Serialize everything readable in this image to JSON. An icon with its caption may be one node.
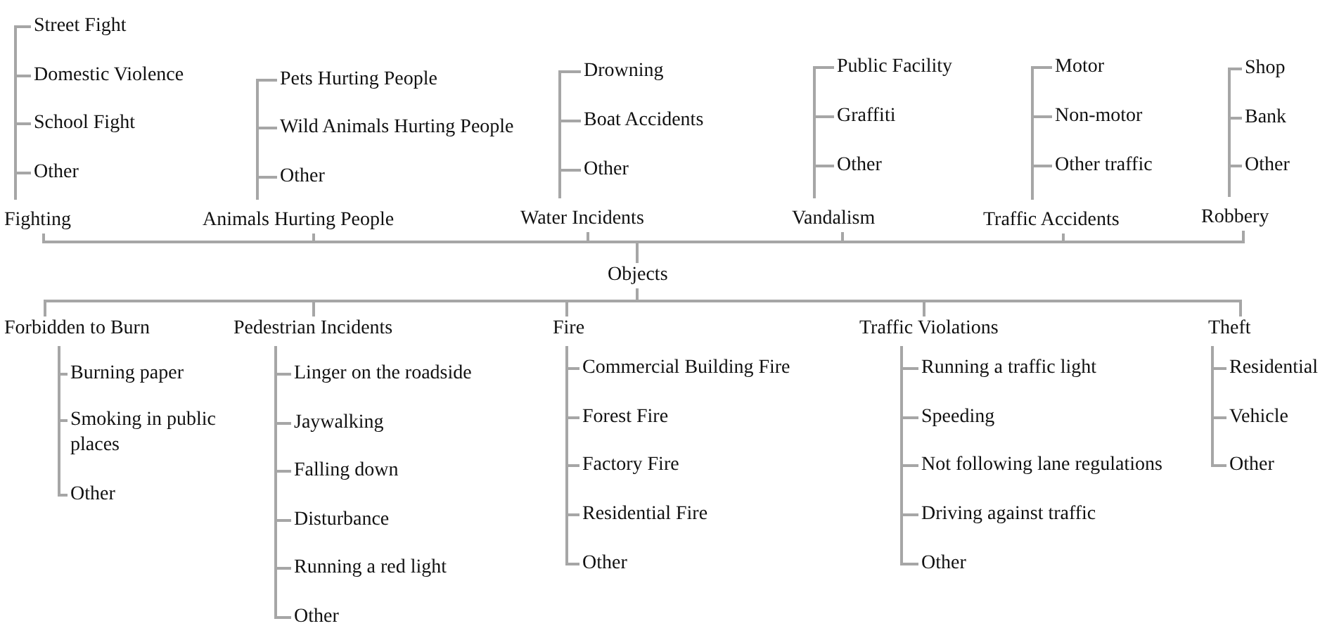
{
  "diagram": {
    "nodes": [
      {
        "text": [
          "Objects"
        ]
      },
      {
        "text": [
          "Fighting"
        ]
      },
      {
        "text": [
          "Street Fight"
        ]
      },
      {
        "text": [
          "Domestic Violence"
        ]
      },
      {
        "text": [
          "School Fight"
        ]
      },
      {
        "text": [
          "Other"
        ]
      },
      {
        "text": [
          "Animals Hurting People"
        ]
      },
      {
        "text": [
          "Pets Hurting People"
        ]
      },
      {
        "text": [
          "Wild Animals Hurting People"
        ]
      },
      {
        "text": [
          "Other"
        ]
      },
      {
        "text": [
          "Water Incidents"
        ]
      },
      {
        "text": [
          "Drowning"
        ]
      },
      {
        "text": [
          "Boat Accidents"
        ]
      },
      {
        "text": [
          "Other"
        ]
      },
      {
        "text": [
          "Vandalism"
        ]
      },
      {
        "text": [
          "Public Facility"
        ]
      },
      {
        "text": [
          "Graffiti"
        ]
      },
      {
        "text": [
          "Other"
        ]
      },
      {
        "text": [
          "Traffic Accidents"
        ]
      },
      {
        "text": [
          "Motor"
        ]
      },
      {
        "text": [
          "Non-motor"
        ]
      },
      {
        "text": [
          "Other traffic"
        ]
      },
      {
        "text": [
          "Robbery"
        ]
      },
      {
        "text": [
          "Shop"
        ]
      },
      {
        "text": [
          "Bank"
        ]
      },
      {
        "text": [
          "Other"
        ]
      },
      {
        "text": [
          "Forbidden to Burn"
        ]
      },
      {
        "text": [
          "Burning paper"
        ]
      },
      {
        "text": [
          "Smoking in public places"
        ]
      },
      {
        "text": [
          "Other"
        ]
      },
      {
        "text": [
          "Pedestrian Incidents"
        ]
      },
      {
        "text": [
          "Linger on the roadside"
        ]
      },
      {
        "text": [
          "Jaywalking"
        ]
      },
      {
        "text": [
          "Falling down"
        ]
      },
      {
        "text": [
          "Disturbance"
        ]
      },
      {
        "text": [
          "Running a red light"
        ]
      },
      {
        "text": [
          "Other"
        ]
      },
      {
        "text": [
          "Fire"
        ]
      },
      {
        "text": [
          "Commercial Building Fire"
        ]
      },
      {
        "text": [
          "Forest Fire"
        ]
      },
      {
        "text": [
          "Factory Fire"
        ]
      },
      {
        "text": [
          "Residential Fire"
        ]
      },
      {
        "text": [
          "Other"
        ]
      },
      {
        "text": [
          "Traffic Violations"
        ]
      },
      {
        "text": [
          "Running a traffic light"
        ]
      },
      {
        "text": [
          "Speeding"
        ]
      },
      {
        "text": [
          "Not following lane regulations"
        ]
      },
      {
        "text": [
          "Driving against traffic"
        ]
      },
      {
        "text": [
          "Other"
        ]
      },
      {
        "text": [
          "Theft"
        ]
      },
      {
        "text": [
          "Residential"
        ]
      },
      {
        "text": [
          "Vehicle"
        ]
      },
      {
        "text": [
          "Other"
        ]
      }
    ],
    "edges": [
      {
        "from": 0,
        "to": 1,
        "arrow": "none"
      },
      {
        "from": 1,
        "to": 2,
        "arrow": "none"
      },
      {
        "from": 1,
        "to": 3,
        "arrow": "none"
      },
      {
        "from": 1,
        "to": 4,
        "arrow": "none"
      },
      {
        "from": 1,
        "to": 5,
        "arrow": "none"
      },
      {
        "from": 0,
        "to": 6,
        "arrow": "none"
      },
      {
        "from": 6,
        "to": 7,
        "arrow": "none"
      },
      {
        "from": 6,
        "to": 8,
        "arrow": "none"
      },
      {
        "from": 6,
        "to": 9,
        "arrow": "none"
      },
      {
        "from": 0,
        "to": 10,
        "arrow": "none"
      },
      {
        "from": 10,
        "to": 11,
        "arrow": "none"
      },
      {
        "from": 10,
        "to": 12,
        "arrow": "none"
      },
      {
        "from": 10,
        "to": 13,
        "arrow": "none"
      },
      {
        "from": 0,
        "to": 14,
        "arrow": "none"
      },
      {
        "from": 14,
        "to": 15,
        "arrow": "none"
      },
      {
        "from": 14,
        "to": 16,
        "arrow": "none"
      },
      {
        "from": 14,
        "to": 17,
        "arrow": "none"
      },
      {
        "from": 0,
        "to": 18,
        "arrow": "none"
      },
      {
        "from": 18,
        "to": 19,
        "arrow": "none"
      },
      {
        "from": 18,
        "to": 20,
        "arrow": "none"
      },
      {
        "from": 18,
        "to": 21,
        "arrow": "none"
      },
      {
        "from": 0,
        "to": 22,
        "arrow": "none"
      },
      {
        "from": 22,
        "to": 23,
        "arrow": "none"
      },
      {
        "from": 22,
        "to": 24,
        "arrow": "none"
      },
      {
        "from": 22,
        "to": 25,
        "arrow": "none"
      },
      {
        "from": 0,
        "to": 26,
        "arrow": "none"
      },
      {
        "from": 26,
        "to": 27,
        "arrow": "none"
      },
      {
        "from": 26,
        "to": 28,
        "arrow": "none"
      },
      {
        "from": 26,
        "to": 29,
        "arrow": "none"
      },
      {
        "from": 0,
        "to": 30,
        "arrow": "none"
      },
      {
        "from": 30,
        "to": 31,
        "arrow": "none"
      },
      {
        "from": 30,
        "to": 32,
        "arrow": "none"
      },
      {
        "from": 30,
        "to": 33,
        "arrow": "none"
      },
      {
        "from": 30,
        "to": 34,
        "arrow": "none"
      },
      {
        "from": 30,
        "to": 35,
        "arrow": "none"
      },
      {
        "from": 30,
        "to": 36,
        "arrow": "none"
      },
      {
        "from": 0,
        "to": 37,
        "arrow": "none"
      },
      {
        "from": 37,
        "to": 38,
        "arrow": "none"
      },
      {
        "from": 37,
        "to": 39,
        "arrow": "none"
      },
      {
        "from": 37,
        "to": 40,
        "arrow": "none"
      },
      {
        "from": 37,
        "to": 41,
        "arrow": "none"
      },
      {
        "from": 37,
        "to": 42,
        "arrow": "none"
      },
      {
        "from": 0,
        "to": 43,
        "arrow": "none"
      },
      {
        "from": 43,
        "to": 44,
        "arrow": "none"
      },
      {
        "from": 43,
        "to": 45,
        "arrow": "none"
      },
      {
        "from": 43,
        "to": 46,
        "arrow": "none"
      },
      {
        "from": 43,
        "to": 47,
        "arrow": "none"
      },
      {
        "from": 43,
        "to": 48,
        "arrow": "none"
      },
      {
        "from": 0,
        "to": 49,
        "arrow": "none"
      },
      {
        "from": 49,
        "to": 50,
        "arrow": "none"
      },
      {
        "from": 49,
        "to": 51,
        "arrow": "none"
      },
      {
        "from": 49,
        "to": 52,
        "arrow": "none"
      }
    ]
  }
}
